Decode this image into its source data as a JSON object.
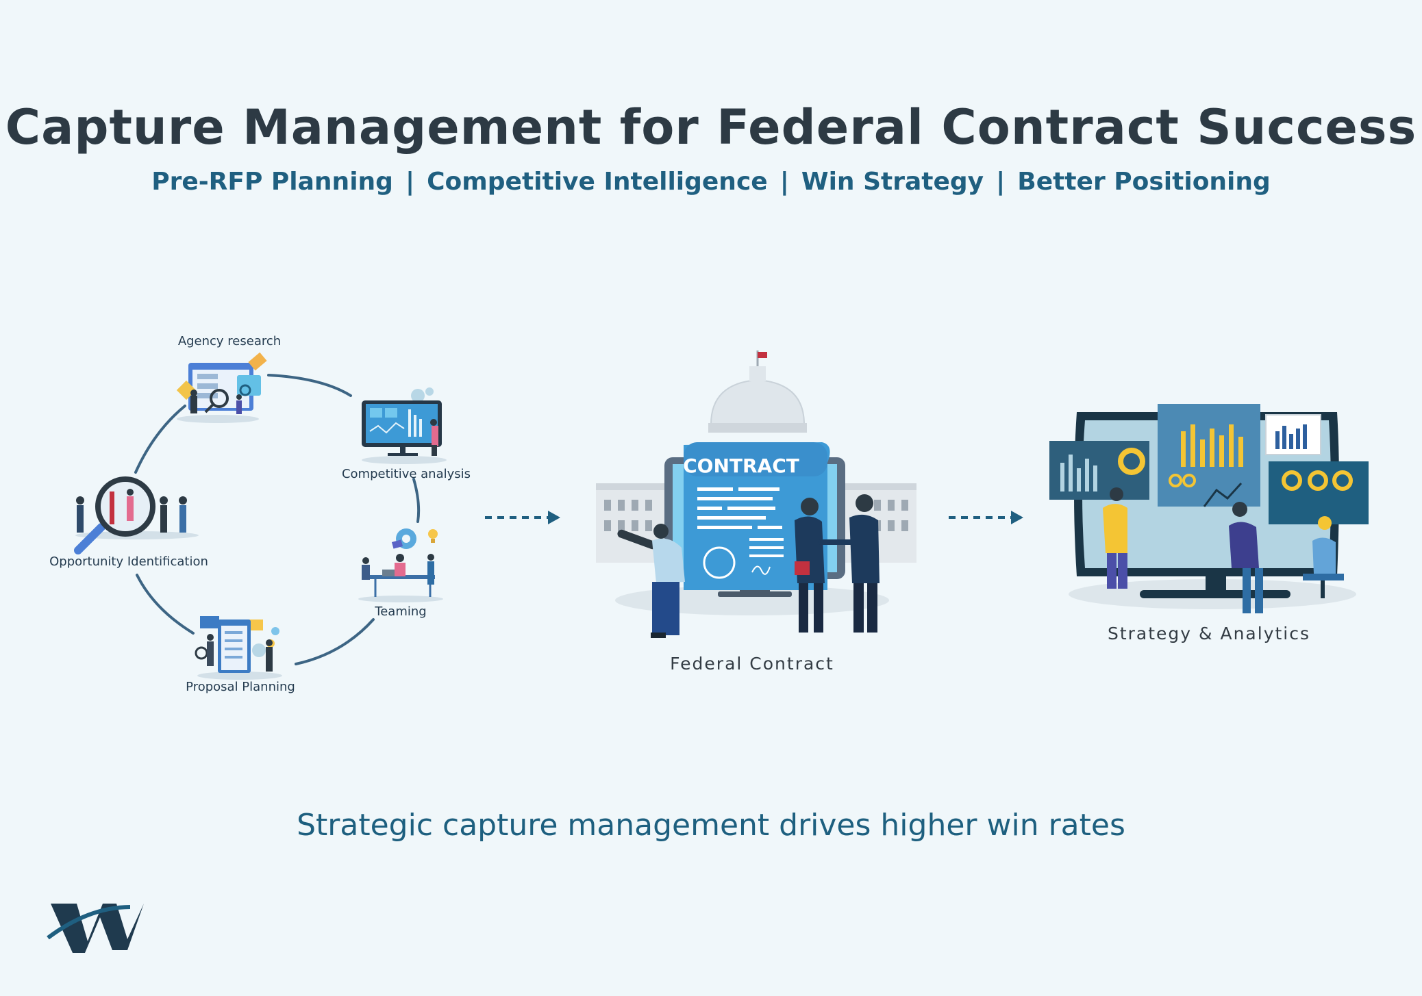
{
  "header": {
    "title": "Capture Management for Federal Contract Success",
    "subtitle_items": [
      "Pre-RFP Planning",
      "Competitive Intelligence",
      "Win Strategy",
      "Better Positioning"
    ],
    "separator": "|"
  },
  "cycle": {
    "steps": [
      {
        "label": "Agency research"
      },
      {
        "label": "Competitive analysis"
      },
      {
        "label": "Teaming"
      },
      {
        "label": "Proposal Planning"
      },
      {
        "label": "Opportunity Identification"
      }
    ]
  },
  "center": {
    "label": "Federal Contract",
    "document_title": "CONTRACT"
  },
  "right": {
    "label": "Strategy & Analytics"
  },
  "tagline": "Strategic capture management drives higher win rates",
  "colors": {
    "background": "#f0f7fa",
    "title": "#2d3a44",
    "accent": "#1f5f80",
    "arrow": "#1f5f80"
  },
  "logo": {
    "icon": "w-logo-icon"
  }
}
